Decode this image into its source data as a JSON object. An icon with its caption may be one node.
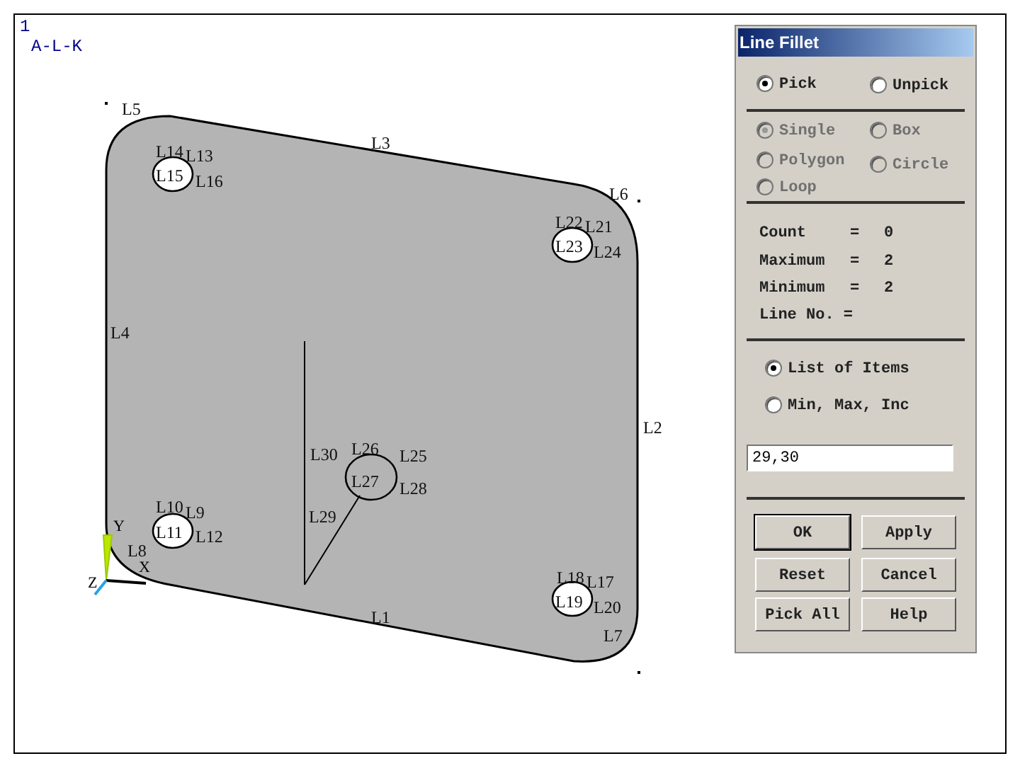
{
  "diagram": {
    "labels": [
      "1",
      "A-L-K",
      "L5",
      "L14",
      "L13",
      "L3",
      "L15",
      "L16",
      "L6",
      "L22",
      "L21",
      "L23",
      "L24",
      "L4",
      "L2",
      "L30",
      "L26",
      "L25",
      "L27",
      "L28",
      "L10",
      "L9",
      "Y",
      "L11",
      "L12",
      "L29",
      "L8",
      "X",
      "Z",
      "L18",
      "L17",
      "L1",
      "L19",
      "L20",
      "L7",
      "Line Fillet",
      "Pick",
      "Unpick",
      "Single",
      "Box",
      "Polygon",
      "Circle",
      "Loop",
      "Count",
      "=",
      "0",
      "Maximum",
      "=",
      "2",
      "Minimum",
      "=",
      "2",
      "Line No. =",
      "List of Items",
      "Min, Max, Inc",
      "29,30",
      "OK",
      "Apply",
      "Reset",
      "Cancel",
      "Pick All",
      "Help"
    ]
  }
}
